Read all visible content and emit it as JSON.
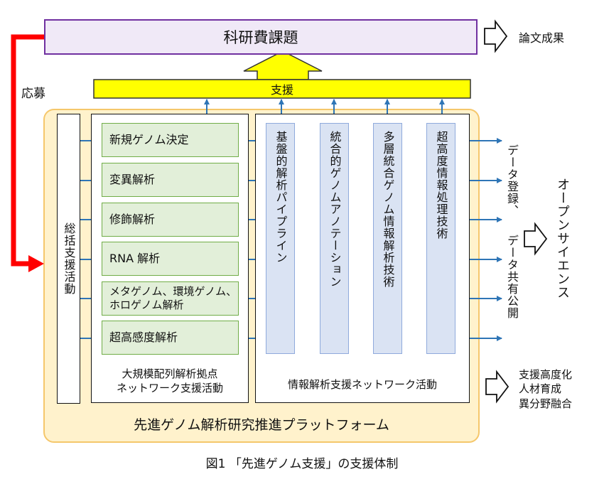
{
  "top": {
    "title": "科研費課題",
    "output": "論文成果",
    "apply": "応募",
    "support": "支援"
  },
  "platform": {
    "name": "先進ゲノム解析研究推進プラットフォーム",
    "general": "総括支援活動",
    "left_group_caption_1": "大規模配列解析拠点",
    "left_group_caption_2": "ネットワーク支援活動",
    "right_group_caption": "情報解析支援ネットワーク活動",
    "analyses": [
      "新規ゲノム決定",
      "変異解析",
      "修飾解析",
      "RNA 解析",
      "メタゲノム、環境ゲノム、",
      "超高感度解析"
    ],
    "analysis_5_line2": "ホロゲノム解析",
    "info_columns": [
      "基盤的解析パイプライン",
      "統合的ゲノムアノテーション",
      "多層統合ゲノム情報解析技術",
      "超高度情報処理技術"
    ]
  },
  "right": {
    "data_col1": "データ登録、",
    "data_col2": "データ共有公開",
    "slash": "／",
    "open_science": "オープンサイエンス",
    "bottom_lines": [
      "支援高度化",
      "人材育成",
      "異分野融合"
    ]
  },
  "caption": "図1 「先進ゲノム支援」の支援体制",
  "colors": {
    "purple_border": "#7030a0",
    "purple_fill": "#f0e9f7",
    "yellow": "#ffff00",
    "platform_fill": "#fff2cc",
    "platform_border": "#f2c14e",
    "green_fill": "#e2efd9",
    "green_border": "#70ad47",
    "blue_fill": "#dae3f3",
    "blue_border": "#8faadc",
    "arrow_blue": "#2e75b6",
    "red": "#ff0000"
  }
}
